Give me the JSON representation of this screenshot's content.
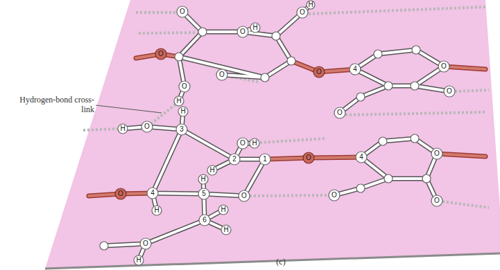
{
  "diagram": {
    "labels": [
      "Hydrogen-bond cross-link",
      "(c)",
      "O",
      "O",
      "H",
      "O",
      "H",
      "O",
      "O",
      "O",
      "H",
      "O",
      "4",
      "O",
      "O",
      "O",
      "H",
      "O",
      "H",
      "3",
      "O",
      "H",
      "2",
      "H",
      "1",
      "O",
      "4",
      "O",
      "4",
      "O",
      "5",
      "H",
      "O",
      "O",
      "O",
      "6",
      "H",
      "H",
      "H",
      "O",
      "H"
    ]
  }
}
